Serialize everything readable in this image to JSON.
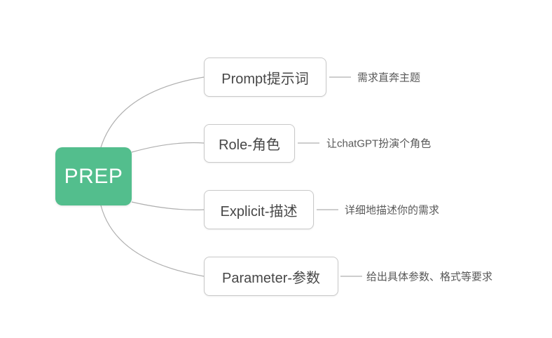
{
  "mindmap": {
    "root": {
      "label": "PREP"
    },
    "branches": [
      {
        "label": "Prompt提示词",
        "note": "需求直奔主题"
      },
      {
        "label": "Role-角色",
        "note": "让chatGPT扮演个角色"
      },
      {
        "label": "Explicit-描述",
        "note": "详细地描述你的需求"
      },
      {
        "label": "Parameter-参数",
        "note": "给出具体参数、格式等要求"
      }
    ],
    "colors": {
      "root_fill": "#53be8d",
      "root_text": "#ffffff",
      "branch_border": "#c9c9c9",
      "branch_text": "#474747",
      "note_text": "#595959",
      "connector": "#afafaf",
      "background": "#ffffff"
    }
  }
}
